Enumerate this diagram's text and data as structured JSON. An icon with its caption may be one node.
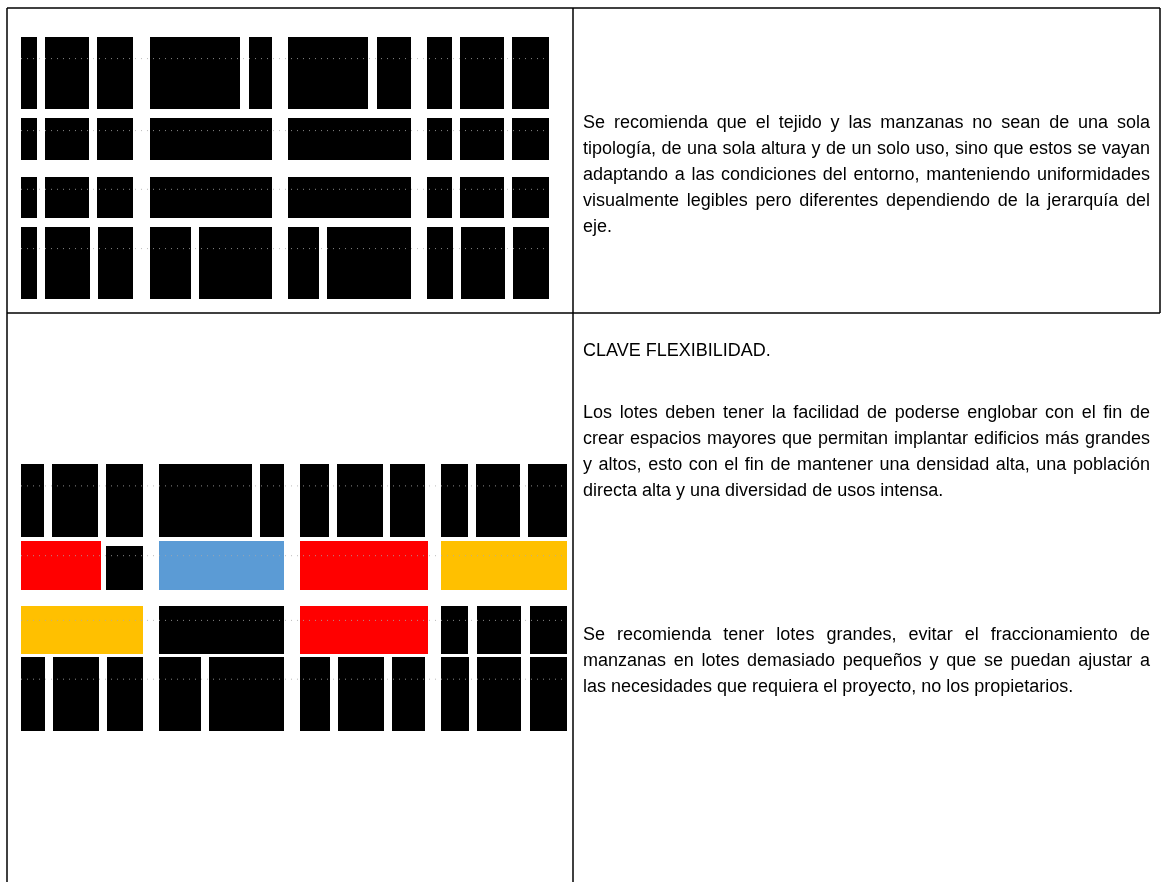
{
  "diagram": {
    "labels": [
      "Se recomienda que el tejido y las manzanas no sean de una sola tipología, de una sola altura y de un solo uso, sino que estos se vayan adaptando a las condiciones del entorno, manteniendo uniformidades visualmente legibles pero diferentes dependiendo de la jerarquía del eje.",
      "CLAVE FLEXIBILIDAD.",
      "Los lotes deben tener la facilidad de poderse englobar con el fin de crear espacios mayores que permitan implantar edificios más grandes y altos, esto con el fin de mantener una densidad alta, una población directa alta y una diversidad de usos intensa.",
      "Se recomienda tener lotes grandes, evitar el fraccionamiento de manzanas en lotes demasiado pequeños y que se puedan ajustar a las necesidades que requiera el proyecto, no los propietarios."
    ]
  }
}
